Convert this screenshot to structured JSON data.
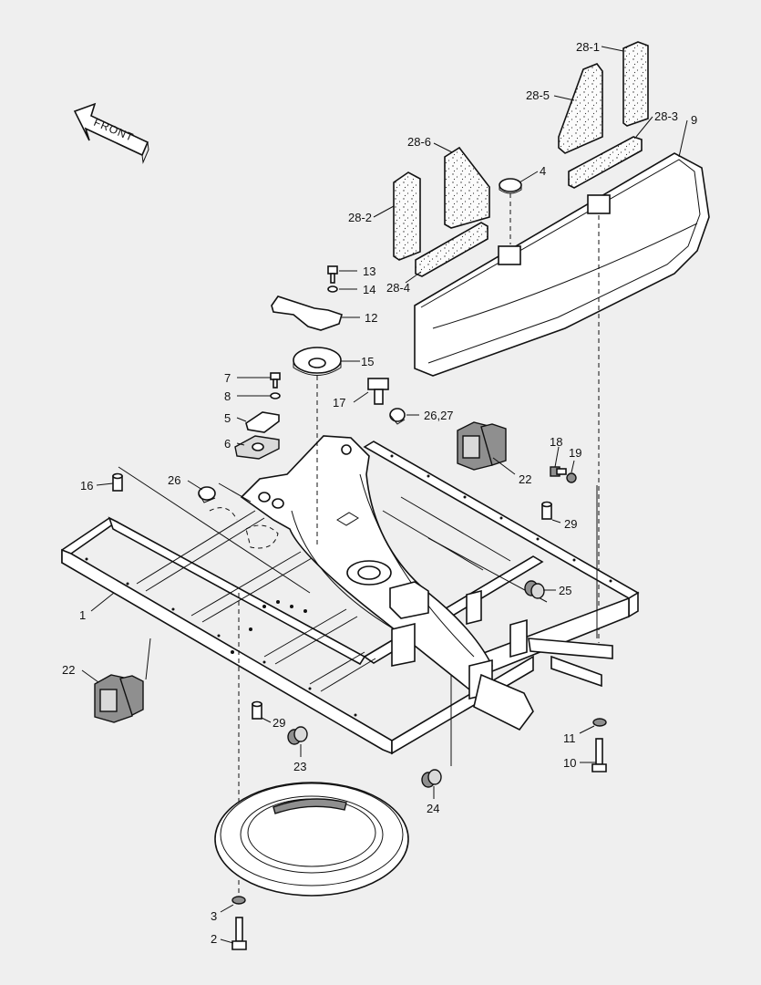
{
  "front_arrow": {
    "text": "FRONT"
  },
  "callouts": [
    {
      "id": "c-28-1",
      "text": "28-1"
    },
    {
      "id": "c-28-5",
      "text": "28-5"
    },
    {
      "id": "c-28-3",
      "text": "28-3"
    },
    {
      "id": "c-9",
      "text": "9"
    },
    {
      "id": "c-28-6",
      "text": "28-6"
    },
    {
      "id": "c-4",
      "text": "4"
    },
    {
      "id": "c-28-2",
      "text": "28-2"
    },
    {
      "id": "c-13",
      "text": "13"
    },
    {
      "id": "c-14",
      "text": "14"
    },
    {
      "id": "c-28-4",
      "text": "28-4"
    },
    {
      "id": "c-12",
      "text": "12"
    },
    {
      "id": "c-15",
      "text": "15"
    },
    {
      "id": "c-7",
      "text": "7"
    },
    {
      "id": "c-8",
      "text": "8"
    },
    {
      "id": "c-17",
      "text": "17"
    },
    {
      "id": "c-5",
      "text": "5"
    },
    {
      "id": "c-26-27",
      "text": "26,27"
    },
    {
      "id": "c-6",
      "text": "6"
    },
    {
      "id": "c-18",
      "text": "18"
    },
    {
      "id": "c-19",
      "text": "19"
    },
    {
      "id": "c-22a",
      "text": "22"
    },
    {
      "id": "c-16",
      "text": "16"
    },
    {
      "id": "c-26",
      "text": "26"
    },
    {
      "id": "c-29a",
      "text": "29"
    },
    {
      "id": "c-25",
      "text": "25"
    },
    {
      "id": "c-1",
      "text": "1"
    },
    {
      "id": "c-22b",
      "text": "22"
    },
    {
      "id": "c-29b",
      "text": "29"
    },
    {
      "id": "c-11",
      "text": "11"
    },
    {
      "id": "c-23",
      "text": "23"
    },
    {
      "id": "c-10",
      "text": "10"
    },
    {
      "id": "c-24",
      "text": "24"
    },
    {
      "id": "c-3",
      "text": "3"
    },
    {
      "id": "c-2",
      "text": "2"
    }
  ]
}
